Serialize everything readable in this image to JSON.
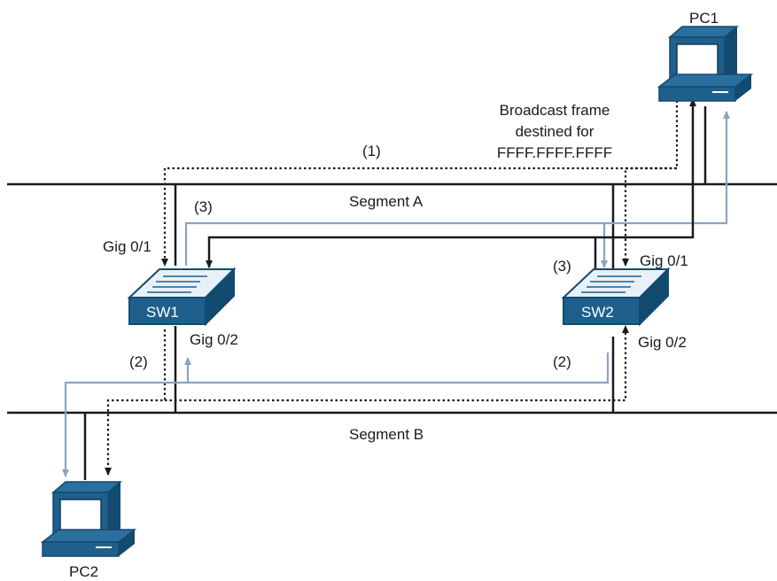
{
  "devices": {
    "pc1": "PC1",
    "pc2": "PC2",
    "sw1": "SW1",
    "sw2": "SW2"
  },
  "segments": {
    "a": "Segment A",
    "b": "Segment B"
  },
  "ports": {
    "sw1_top": "Gig 0/1",
    "sw1_bottom": "Gig 0/2",
    "sw2_top": "Gig 0/1",
    "sw2_bottom": "Gig 0/2"
  },
  "steps": {
    "one": "(1)",
    "two_left": "(2)",
    "two_right": "(2)",
    "three_left": "(3)",
    "three_right": "(3)"
  },
  "note": {
    "line1": "Broadcast frame",
    "line2": "destined for",
    "line3": "FFFF.FFFF.FFFF"
  },
  "colors": {
    "device_blue": "#1e5f8c",
    "device_dark": "#134a70",
    "path_gray_blue": "#8aa3c2",
    "line_black": "#1a1a1a"
  }
}
